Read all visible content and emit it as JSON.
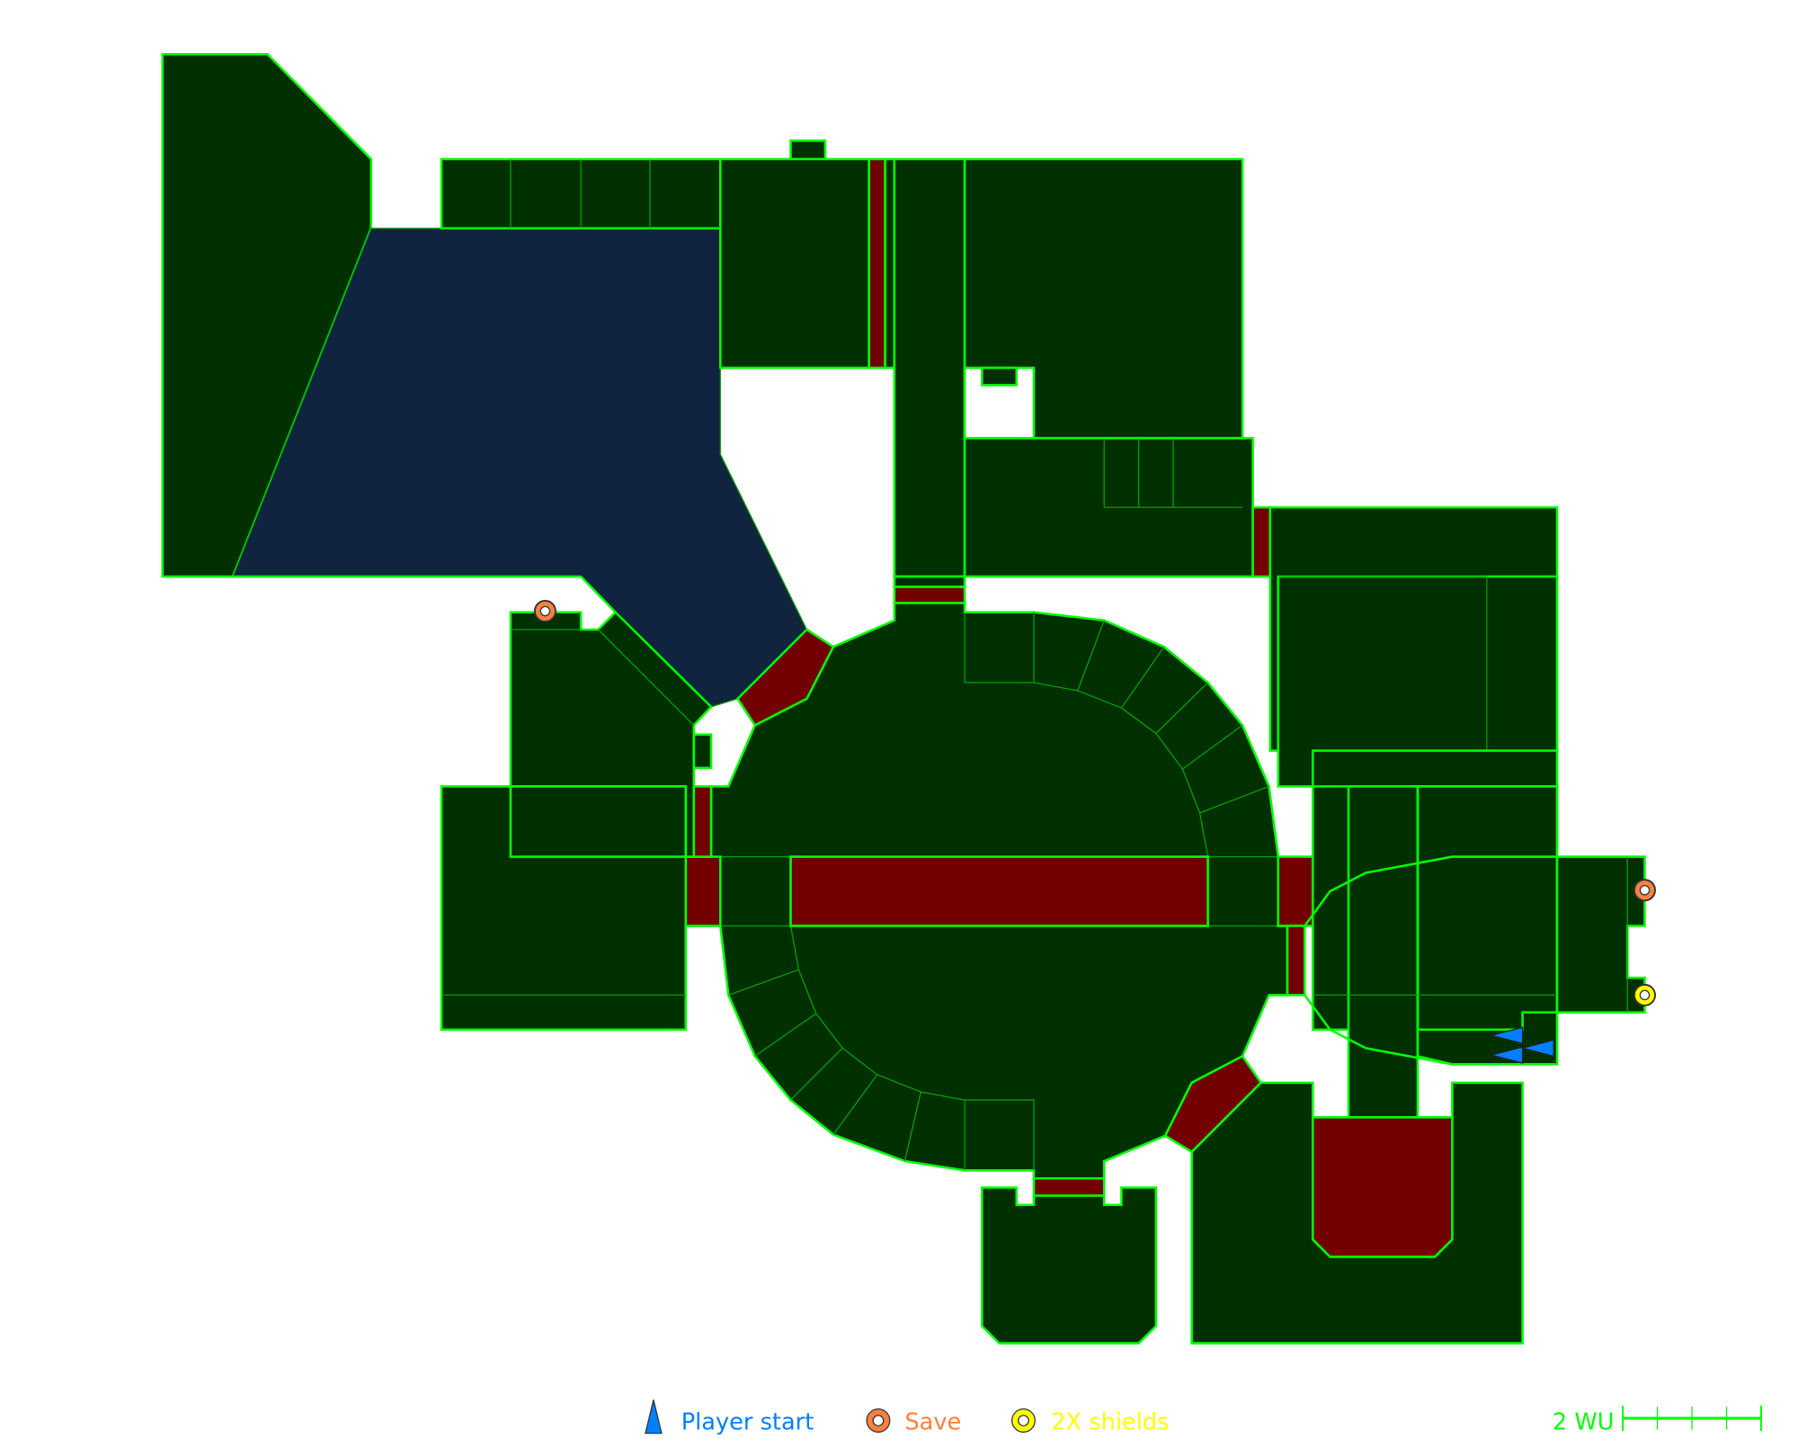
{
  "legend": {
    "player_start": "Player start",
    "save": "Save",
    "shields": "2X shields"
  },
  "scale_bar": {
    "label": "2 WU"
  },
  "colors": {
    "floor": "#003000",
    "wall_line": "#00ff00",
    "damage_floor": "#730000",
    "liquid": "#10243f",
    "player_start": "#0080ff",
    "save": "#ff8040",
    "shields": "#ffff00"
  }
}
